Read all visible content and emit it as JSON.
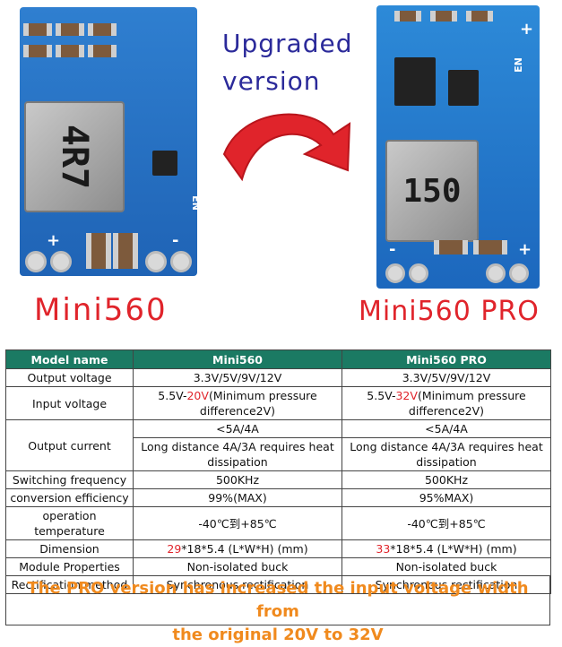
{
  "hero": {
    "upgraded_line1": "Upgraded",
    "upgraded_line2": "version",
    "left_label": "Mini560",
    "right_label": "Mini560 PRO",
    "left_inductor": "4R7",
    "right_inductor": "150",
    "silk_en": "EN",
    "silk_plus": "+",
    "silk_minus": "-",
    "arrow_color": "#e0242b"
  },
  "table": {
    "headers": [
      "Model name",
      "Mini560",
      "Mini560  PRO"
    ],
    "rows": {
      "output_voltage": {
        "label": "Output voltage",
        "mini": "3.3V/5V/9V/12V",
        "pro": "3.3V/5V/9V/12V"
      },
      "input_voltage": {
        "label": "Input voltage",
        "mini_pre": "5.5V-",
        "mini_hl": "20V",
        "mini_post": "(Minimum pressure difference2V)",
        "pro_pre": "5.5V-",
        "pro_hl": "32V",
        "pro_post": "(Minimum pressure difference2V)"
      },
      "output_current": {
        "label": "Output current",
        "mini_1": "<5A/4A",
        "pro_1": "<5A/4A",
        "mini_2": "Long distance 4A/3A requires  heat dissipation",
        "pro_2": "Long distance 4A/3A requires  heat dissipation"
      },
      "switching_frequency": {
        "label": "Switching frequency",
        "mini": "500KHz",
        "pro": "500KHz"
      },
      "conversion_efficiency": {
        "label": "conversion efficiency",
        "mini": "99%(MAX)",
        "pro": "95%MAX)"
      },
      "operation_temperature": {
        "label": "operation temperature",
        "mini": "-40℃到+85℃",
        "pro": "-40℃到+85℃"
      },
      "dimension": {
        "label": "Dimension",
        "mini_hl": "29",
        "mini_post": "*18*5.4   (L*W*H)    (mm)",
        "pro_hl": "33",
        "pro_post": "*18*5.4   (L*W*H)    (mm)"
      },
      "module_properties": {
        "label": "Module Properties",
        "mini": "Non-isolated buck",
        "pro": "Non-isolated buck"
      },
      "rectification_method": {
        "label": "Rectification method",
        "mini": "Synchronous rectification",
        "pro": "Synchronous rectification"
      }
    },
    "header_color": "#1b7a63",
    "highlight_color": "#e0242b"
  },
  "banner": {
    "line1": "The PRO version has increased the input voltage width from",
    "line2": "the original 20V to 32V",
    "color": "#f08a1e"
  }
}
